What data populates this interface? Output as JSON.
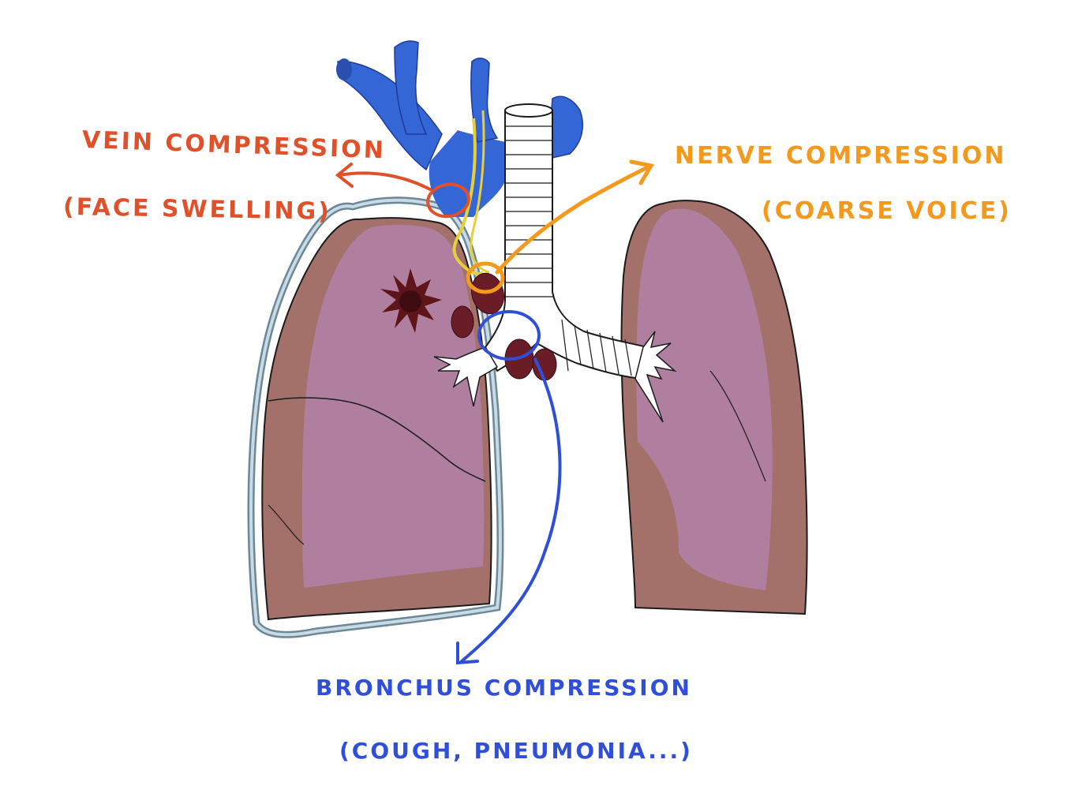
{
  "labels": {
    "vein": {
      "line1": "Vein compression",
      "line2": "(Face swelling)"
    },
    "nerve": {
      "line1": "Nerve compression",
      "line2": "(Coarse voice)"
    },
    "bronchus": {
      "line1": "Bronchus compression",
      "line2": "(Cough, pneumonia...)"
    }
  },
  "colors": {
    "vein": "#e0502a",
    "nerve": "#f39a1e",
    "bronchus": "#2f4fd8",
    "lung_outer": "#a4706a",
    "lung_inner": "#b07fa0",
    "vessel_blue": "#3566d6",
    "lymph_node": "#6a1d26",
    "pleura": "#9fb6c4"
  }
}
